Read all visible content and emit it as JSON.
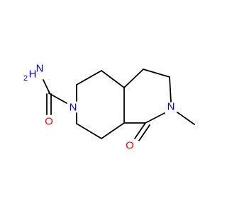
{
  "molecule": {
    "atoms": {
      "n_amide": {
        "symbol": "N",
        "h_count": "2",
        "label": "H",
        "color": "#0000ff"
      },
      "o_amide": {
        "symbol": "O",
        "color": "#ff0000"
      },
      "n_ring6": {
        "symbol": "N",
        "color": "#0000ff"
      },
      "n_ring5": {
        "symbol": "N",
        "color": "#0000ff"
      },
      "o_lactam": {
        "symbol": "O",
        "color": "#ff0000"
      }
    },
    "bond_color": "#000000"
  }
}
